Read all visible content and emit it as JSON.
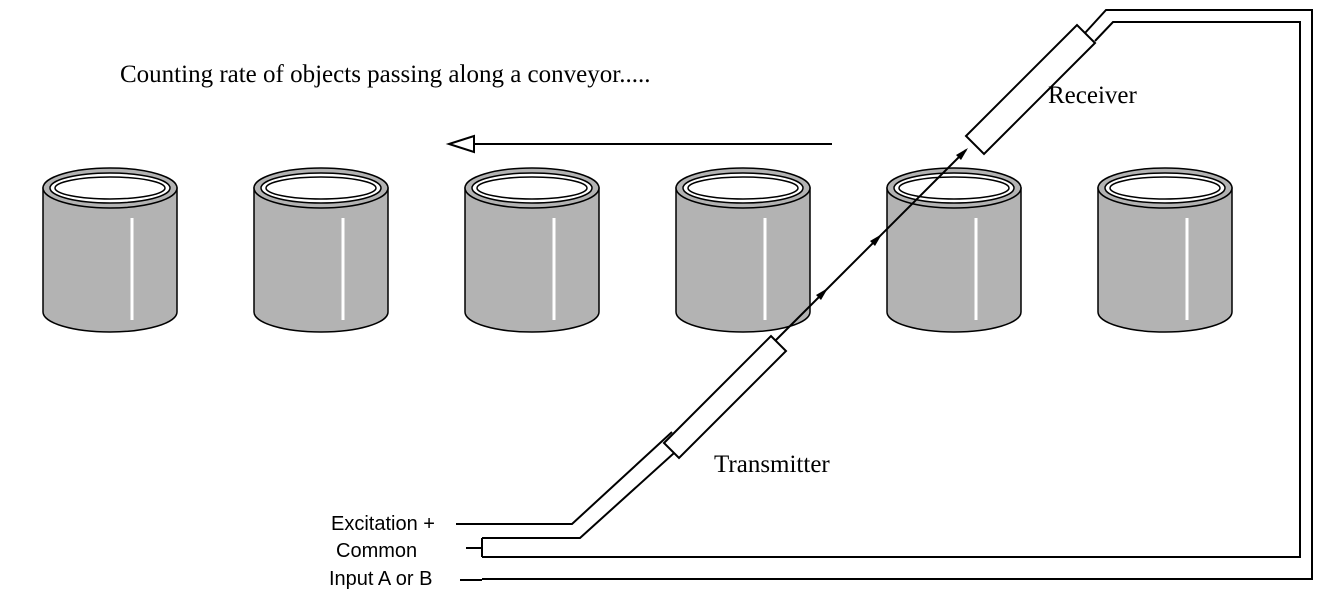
{
  "caption": "Counting rate of objects passing along a conveyor.....",
  "labels": {
    "receiver": "Receiver",
    "transmitter": "Transmitter"
  },
  "terminals": {
    "excitation": "Excitation +",
    "common": "Common",
    "input": "Input A or B"
  },
  "cans": {
    "count": 6,
    "body_color": "#b3b3b3",
    "highlight_color": "#ffffff"
  },
  "conveyor_direction": "left"
}
